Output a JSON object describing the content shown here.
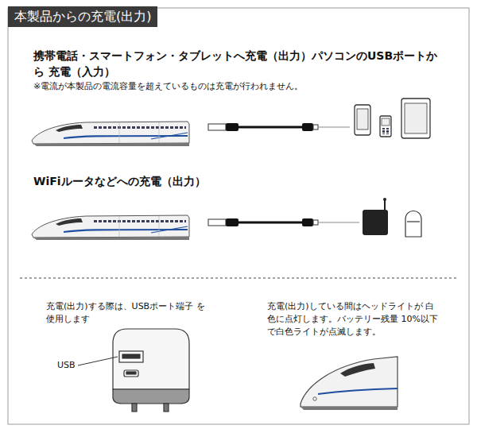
{
  "diagram": {
    "title": "本製品からの充電(出力)",
    "labels": [
      "携帯電話・スマートフォン・タブレットへ充電（出力）パソコンのUSBポートから 充電（入力）",
      "※電流が本製品の電流容量を超えているものは充電が行われません。",
      "WiFiルータなどへの充電（出力）",
      "充電(出力)する際は、USBポート端子 を使用します",
      "USB",
      "充電(出力)している間はヘッドライトが 白色に点灯します。バッテリー残量 10%以下で白色ライトが点滅します。"
    ]
  }
}
